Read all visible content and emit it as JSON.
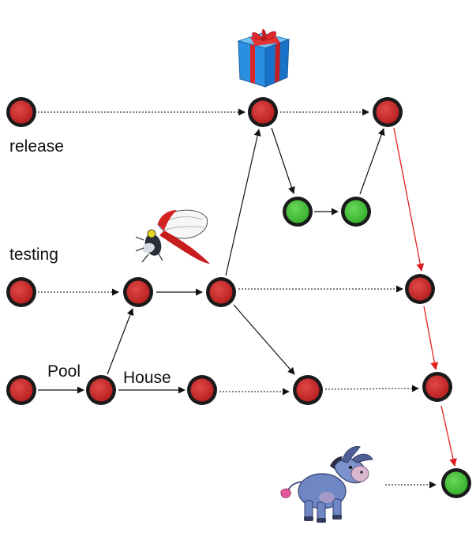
{
  "labels": {
    "release": "release",
    "testing": "testing",
    "pool": "Pool",
    "house": "House"
  },
  "colors": {
    "commit_red": "#cc2a2a",
    "commit_green": "#44c23a",
    "ring": "#1a1a1a",
    "arrow": "#111111",
    "merge_arrow": "#e02020"
  },
  "icons": [
    "gift-box-icon",
    "bug-with-net-icon",
    "donkey-icon"
  ]
}
